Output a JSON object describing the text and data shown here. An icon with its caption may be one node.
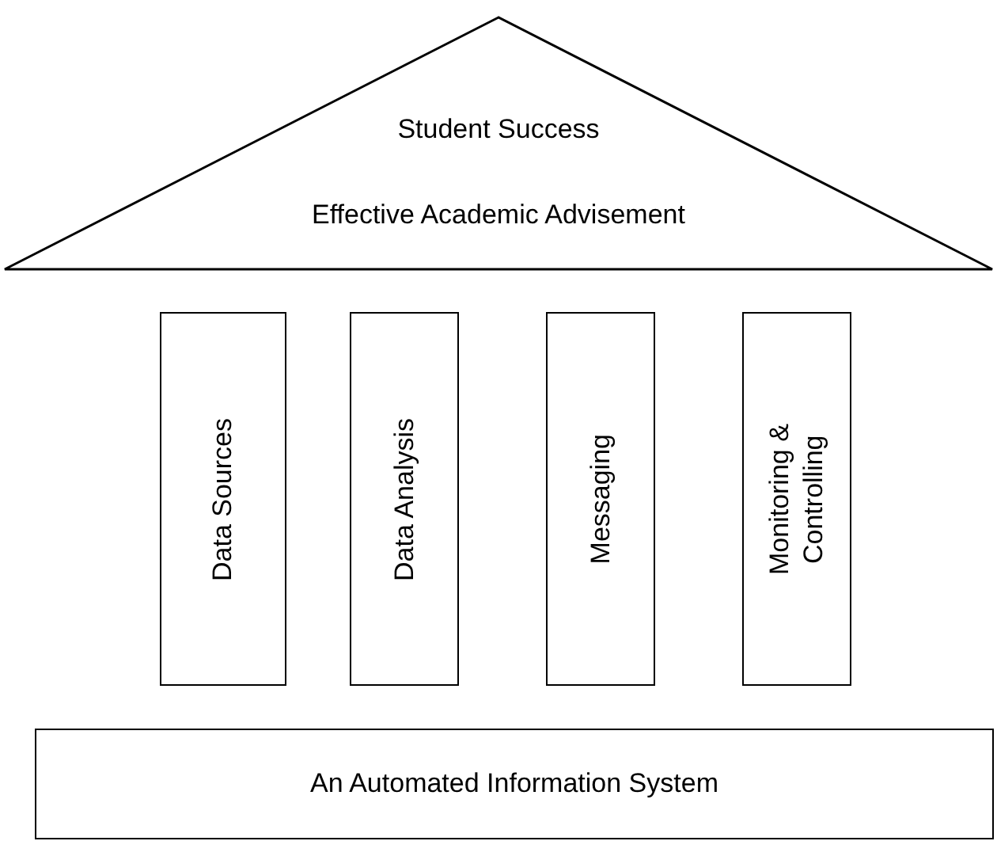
{
  "diagram": {
    "nodes": [
      {
        "text": [
          "Student Success",
          "Effective Academic Advisement"
        ]
      },
      {
        "text": [
          "Data Sources"
        ]
      },
      {
        "text": [
          "Data Analysis"
        ]
      },
      {
        "text": [
          "Messaging"
        ]
      },
      {
        "text": [
          "Monitoring & Controlling"
        ]
      },
      {
        "text": [
          "An Automated Information System"
        ]
      }
    ]
  }
}
